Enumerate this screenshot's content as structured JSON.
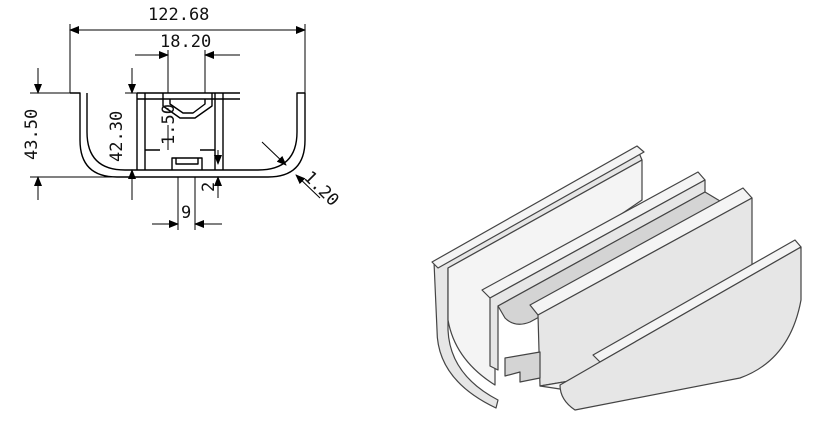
{
  "drawing": {
    "dimensions": {
      "overall_width": "122.68",
      "channel_width": "18.20",
      "overall_height": "43.50",
      "inner_height": "42.30",
      "wall_thickness": "1.50",
      "bottom_gap": "2",
      "bottom_width": "9",
      "corner_thickness": "1.20"
    },
    "colors": {
      "lines": "#000000",
      "extrusion_face": "#e6e6e6",
      "extrusion_edge": "#444444"
    }
  }
}
